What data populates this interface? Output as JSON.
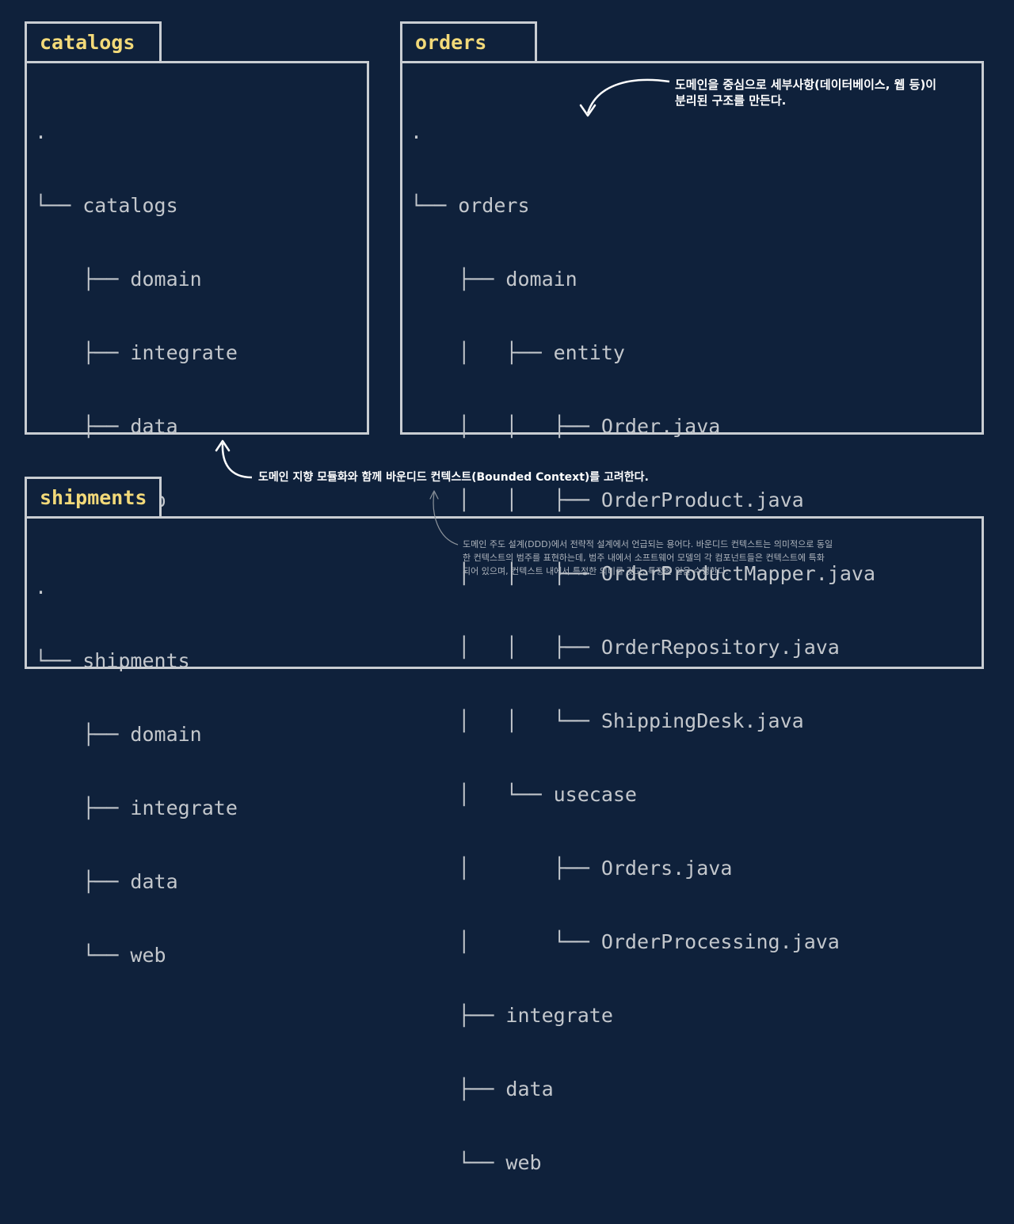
{
  "panels": {
    "catalogs": {
      "tab": "catalogs",
      "tree": [
        ".",
        "└── catalogs",
        "    ├── domain",
        "    ├── integrate",
        "    ├── data",
        "    └── web"
      ]
    },
    "orders": {
      "tab": "orders",
      "tree": [
        ".",
        "└── orders",
        "    ├── domain",
        "    │   ├── entity",
        "    │   │   ├── Order.java",
        "    │   │   ├── OrderProduct.java",
        "    │   │   ├── OrderProductMapper.java",
        "    │   │   ├── OrderRepository.java",
        "    │   │   └── ShippingDesk.java",
        "    │   └── usecase",
        "    │       ├── Orders.java",
        "    │       └── OrderProcessing.java",
        "    ├── integrate",
        "    ├── data",
        "    └── web"
      ]
    },
    "shipments": {
      "tab": "shipments",
      "tree": [
        ".",
        "└── shipments",
        "    ├── domain",
        "    ├── integrate",
        "    ├── data",
        "    └── web"
      ]
    }
  },
  "annotations": {
    "domain_note": [
      "도메인을 중심으로 세부사항(데이터베이스, 웹 등)이",
      "분리된 구조를 만든다."
    ],
    "bounded_context_note": "도메인 지향 모듈화와 함께 바운디드 컨텍스트(Bounded Context)를 고려한다.",
    "ddd_note": [
      "도메인 주도 설계(DDD)에서 전략적 설계에서 언급되는 용어다. 바운디드 컨텍스트는 의미적으로 동일",
      "한 컨텍스트의 범주를 표현하는데, 범주 내에서 소프트웨어 모델의 각 컴포넌트들은 컨텍스트에 특화",
      "되어 있으며, 컨텍스트 내에서 특정한 의미를 갖고, 특정한 일을 수행한다."
    ]
  },
  "colors": {
    "background": "#0f213b",
    "border": "#c9cdd2",
    "tab_text": "#f2d979",
    "tree_text": "#c3c7cc",
    "note_text": "#ffffff"
  }
}
